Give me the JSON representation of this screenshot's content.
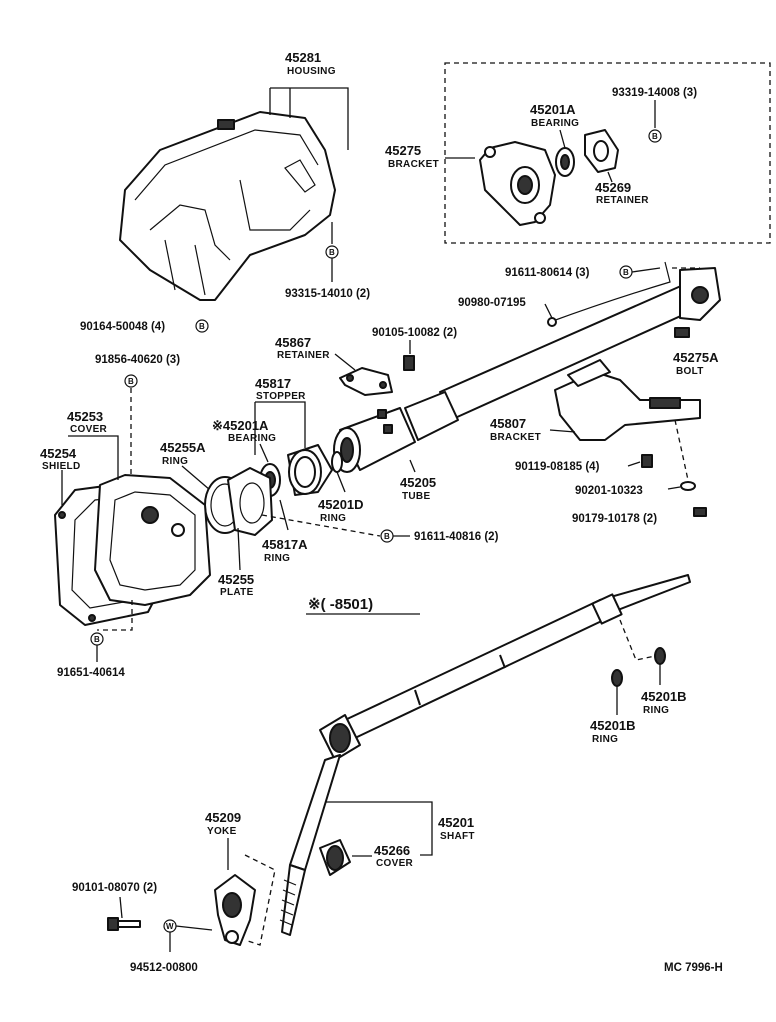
{
  "labels": {
    "housing_pn": "45281",
    "housing_desc": "HOUSING",
    "bracket_pn": "45275",
    "bracket_desc": "BRACKET",
    "bearing_a_pn": "45201A",
    "bearing_a_desc": "BEARING",
    "screw_93319": "93319-14008 (3)",
    "retainer_pn": "45269",
    "retainer_desc": "RETAINER",
    "screw_93315": "93315-14010 (2)",
    "wire_91611_80614": "91611-80614 (3)",
    "wire_90980": "90980-07195",
    "screw_90164": "90164-50048 (4)",
    "retainer2_pn": "45867",
    "retainer2_desc": "RETAINER",
    "bolt_90105": "90105-10082 (2)",
    "bolt_45275a_pn": "45275A",
    "bolt_45275a_desc": "BOLT",
    "screw_91856": "91856-40620 (3)",
    "stopper_pn": "45817",
    "stopper_desc": "STOPPER",
    "cover_pn": "45253",
    "cover_desc": "COVER",
    "bearing_note_pn": "※45201A",
    "bearing_note_desc": "BEARING",
    "shield_pn": "45254",
    "shield_desc": "SHIELD",
    "ring_45255a_pn": "45255A",
    "ring_45255a_desc": "RING",
    "bracket2_pn": "45807",
    "bracket2_desc": "BRACKET",
    "bolt_90119": "90119-08185 (4)",
    "ring_45201d_pn": "45201D",
    "ring_45201d_desc": "RING",
    "tube_pn": "45205",
    "tube_desc": "TUBE",
    "nut_90201": "90201-10323",
    "nut_90179": "90179-10178 (2)",
    "ring_45817a_pn": "45817A",
    "ring_45817a_desc": "RING",
    "screw_91611_40816": "91611-40816 (2)",
    "plate_pn": "45255",
    "plate_desc": "PLATE",
    "note": "※(     -8501)",
    "screw_91651": "91651-40614",
    "ring_45201b_pn": "45201B",
    "ring_45201b_desc": "RING",
    "ring_45201b2_pn": "45201B",
    "ring_45201b2_desc": "RING",
    "yoke_pn": "45209",
    "yoke_desc": "YOKE",
    "shaft_pn": "45201",
    "shaft_desc": "SHAFT",
    "cover2_pn": "45266",
    "cover2_desc": "COVER",
    "bolt_90101": "90101-08070 (2)",
    "bolt_94512": "94512-00800",
    "drawing_id": "MC  7996-H"
  },
  "markers": {
    "b": "B",
    "w": "W"
  }
}
